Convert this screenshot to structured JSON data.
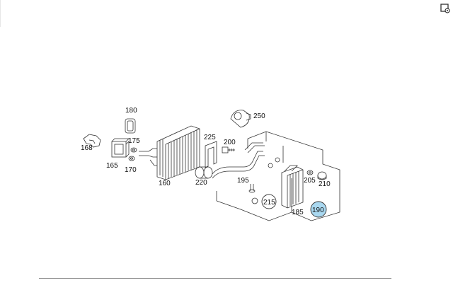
{
  "icons": {
    "corner": "image-settings-icon"
  },
  "highlight_color": "#a9d8f0",
  "parts": {
    "p160": "160",
    "p165": "165",
    "p168": "168",
    "p170": "170",
    "p175": "175",
    "p180": "180",
    "p185": "185",
    "p190": "190",
    "p195": "195",
    "p200": "200",
    "p205": "205",
    "p210": "210",
    "p215": "215",
    "p220": "220",
    "p225": "225",
    "p250": "250"
  }
}
